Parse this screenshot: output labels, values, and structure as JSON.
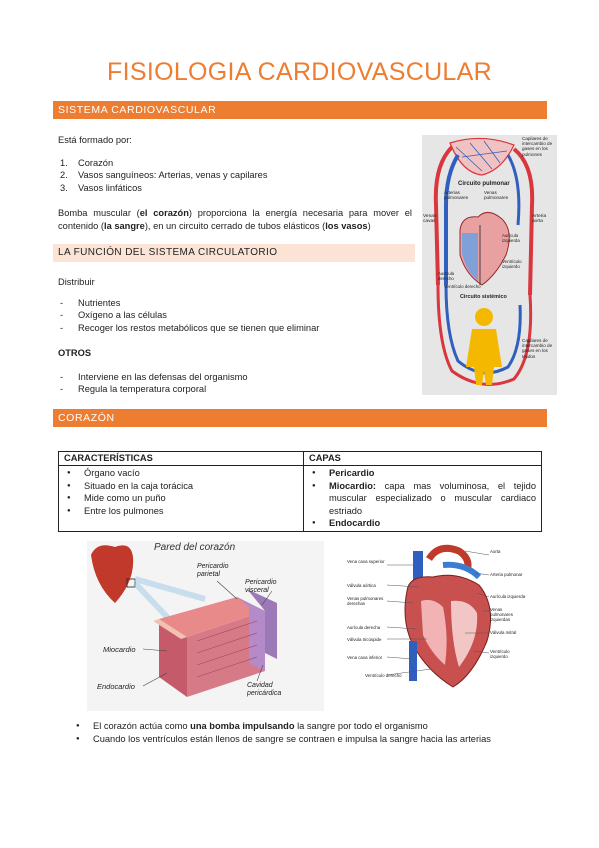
{
  "title": "FISIOLOGIA CARDIOVASCULAR",
  "section1": {
    "heading": "SISTEMA CARDIOVASCULAR",
    "intro": "Está formado por:",
    "list": [
      "Corazón",
      "Vasos sanguíneos: Arterias, venas y capilares",
      "Vasos linfáticos"
    ],
    "para": {
      "p1": "Bomba muscular (",
      "b1": "el corazón",
      "p2": ") proporciona la energía necesaria para mover el contenido (",
      "b2": "la sangre",
      "p3": "), en un circuito cerrado de tubos elásticos (",
      "b3": "los vasos",
      "p4": ")"
    }
  },
  "subsection": {
    "heading": "LA FUNCIÓN DEL SISTEMA CIRCULATORIO",
    "distribuir": "Distribuir",
    "distribuir_list": [
      "Nutrientes",
      "Oxígeno a las células",
      "Recoger los restos metabólicos que se tienen que eliminar"
    ],
    "otros": "OTROS",
    "otros_list": [
      "Interviene en las defensas del organismo",
      "Regula la temperatura corporal"
    ]
  },
  "circ_diagram": {
    "capilares_top": "Capilares de intercambio de gases en los pulmones",
    "circuito_pulmonar": "Circuito pulmonar",
    "arterias_pulmonares": "Arterias pulmonares",
    "venas_pulmonares": "Venas pulmonares",
    "venas_cavas": "Venas cavas",
    "arteria_aorta": "Arteria aorta",
    "auricula_izquierda": "Aurícula izquierda",
    "auricula_derecho": "Aurícula derecho",
    "ventriculo_izquierdo": "Ventrículo izquierdo",
    "ventriculo_derecho": "Ventrículo derecho",
    "circuito_sistemico": "Circuito sistémico",
    "capilares_bottom": "Capilares de intercambio de gases en los tejidos"
  },
  "section2": {
    "heading": "CORAZÓN",
    "table": {
      "col1_header": "CARACTERÍSTICAS",
      "col2_header": "CAPAS",
      "col1_items": [
        "Órgano vacío",
        "Situado en la caja torácica",
        "Mide como un puño",
        "Entre los pulmones"
      ],
      "col2_items": {
        "pericardio": "Pericardio",
        "miocardio_b": "Miocardio:",
        "miocardio_text": " capa mas voluminosa, el tejido muscular especializado o muscular cardiaco estriado",
        "endocardio": "Endocardio"
      }
    }
  },
  "wall_diagram": {
    "title": "Pared del corazón",
    "pericardio_parietal": "Pericardio parietal",
    "pericardio_visceral": "Pericardio visceral",
    "miocardio": "Miocardio",
    "endocardio": "Endocardio",
    "cavidad": "Cavidad pericárdica"
  },
  "anatomy_labels": {
    "left": [
      "Vena cava superior",
      "Válvula aórtica",
      "Venas pulmonares derechas",
      "Aurícula derecha",
      "Válvula tricúspide",
      "Vena cava inferior",
      "Ventrículo derecho"
    ],
    "right": [
      "Aorta",
      "Arteria pulmonar",
      "Aurícula izquierda",
      "Venas pulmonares izquierdas",
      "Válvula mitral",
      "Ventrículo izquierdo"
    ]
  },
  "bottom_bullets": {
    "b1_pre": "El corazón actúa como ",
    "b1_bold": "una bomba impulsando",
    "b1_post": " la sangre por todo el organismo",
    "b2": "Cuando los ventrículos están llenos de sangre se contraen e impulsa la sangre hacia las arterias"
  },
  "colors": {
    "accent": "#ed7d31",
    "accent_light": "#fbe4d5",
    "artery": "#d9363e",
    "vein": "#2f5fbf"
  }
}
